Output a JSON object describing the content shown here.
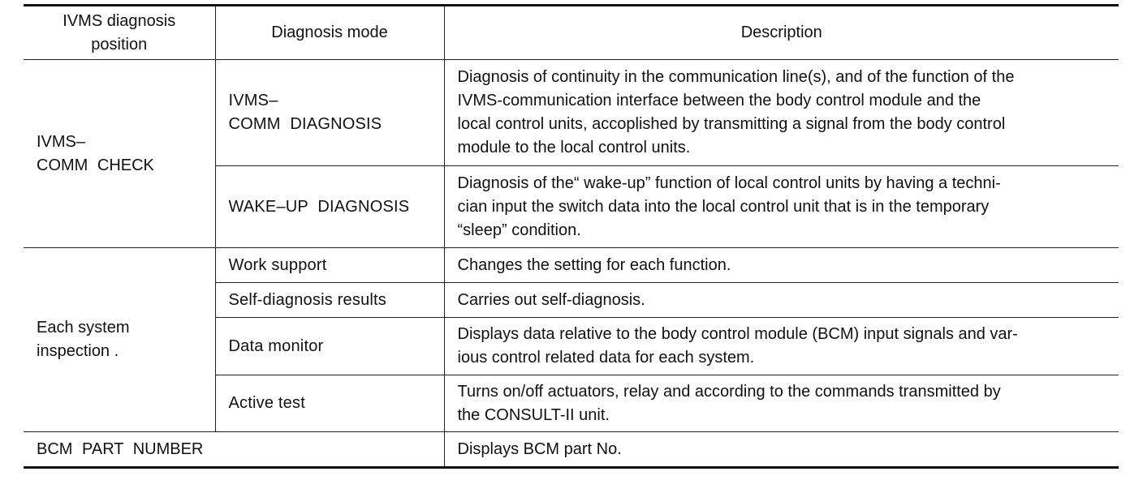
{
  "table": {
    "headers": {
      "position_line1": "IVMS diagnosis",
      "position_line2": "position",
      "mode": "Diagnosis mode",
      "description": "Description"
    },
    "groups": [
      {
        "position_line1": "IVMS–",
        "position_line2": "COMM  CHECK",
        "rows": [
          {
            "mode_line1": "IVMS–",
            "mode_line2": "COMM  DIAGNOSIS",
            "description_lines": [
              "Diagnosis of continuity in the communication line(s), and of the function of the",
              "IVMS-communication interface between the body control module and the",
              "local control units, accoplished by transmitting a signal from the body control",
              "module to the local control units."
            ]
          },
          {
            "mode_line1": "WAKE–UP  DIAGNOSIS",
            "description_lines": [
              "Diagnosis of the“ wake-up” function of local control units by having a techni-",
              "cian input the switch data into the local control unit that is in the temporary",
              "“sleep” condition."
            ]
          }
        ]
      },
      {
        "position_line1": "Each system",
        "position_line2": "inspection .",
        "rows": [
          {
            "mode_line1": "Work support",
            "description_lines": [
              "Changes the setting for each function."
            ]
          },
          {
            "mode_line1": "Self-diagnosis results",
            "description_lines": [
              "Carries out self-diagnosis."
            ]
          },
          {
            "mode_line1": "Data monitor",
            "description_lines": [
              "Displays data relative to the body control module (BCM) input signals and var-",
              "ious control related data for each system."
            ]
          },
          {
            "mode_line1": "Active test",
            "description_lines": [
              "Turns on/off actuators, relay and according to the commands transmitted by",
              "the CONSULT-II unit."
            ]
          }
        ]
      }
    ],
    "footer_row": {
      "position": "BCM  PART  NUMBER",
      "description": "Displays BCM part No."
    }
  }
}
